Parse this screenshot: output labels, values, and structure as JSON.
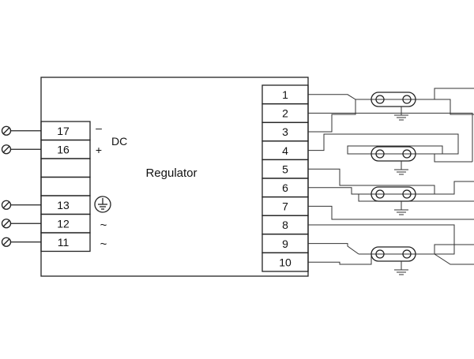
{
  "regulator": {
    "label": "Regulator"
  },
  "left_terminals": [
    {
      "number": "17",
      "symbol": "–"
    },
    {
      "number": "16",
      "symbol": "+"
    },
    {
      "number": "",
      "symbol": ""
    },
    {
      "number": "",
      "symbol": ""
    },
    {
      "number": "13",
      "symbol": "ground"
    },
    {
      "number": "12",
      "symbol": "~"
    },
    {
      "number": "11",
      "symbol": "~"
    }
  ],
  "dc_label": "DC",
  "right_terminals": [
    "1",
    "2",
    "3",
    "4",
    "5",
    "6",
    "7",
    "8",
    "9",
    "10"
  ],
  "lamps": 4,
  "icons": {
    "screw_terminal": "screw-terminal-icon",
    "ground": "ground-icon",
    "lamp": "lamp-icon"
  }
}
